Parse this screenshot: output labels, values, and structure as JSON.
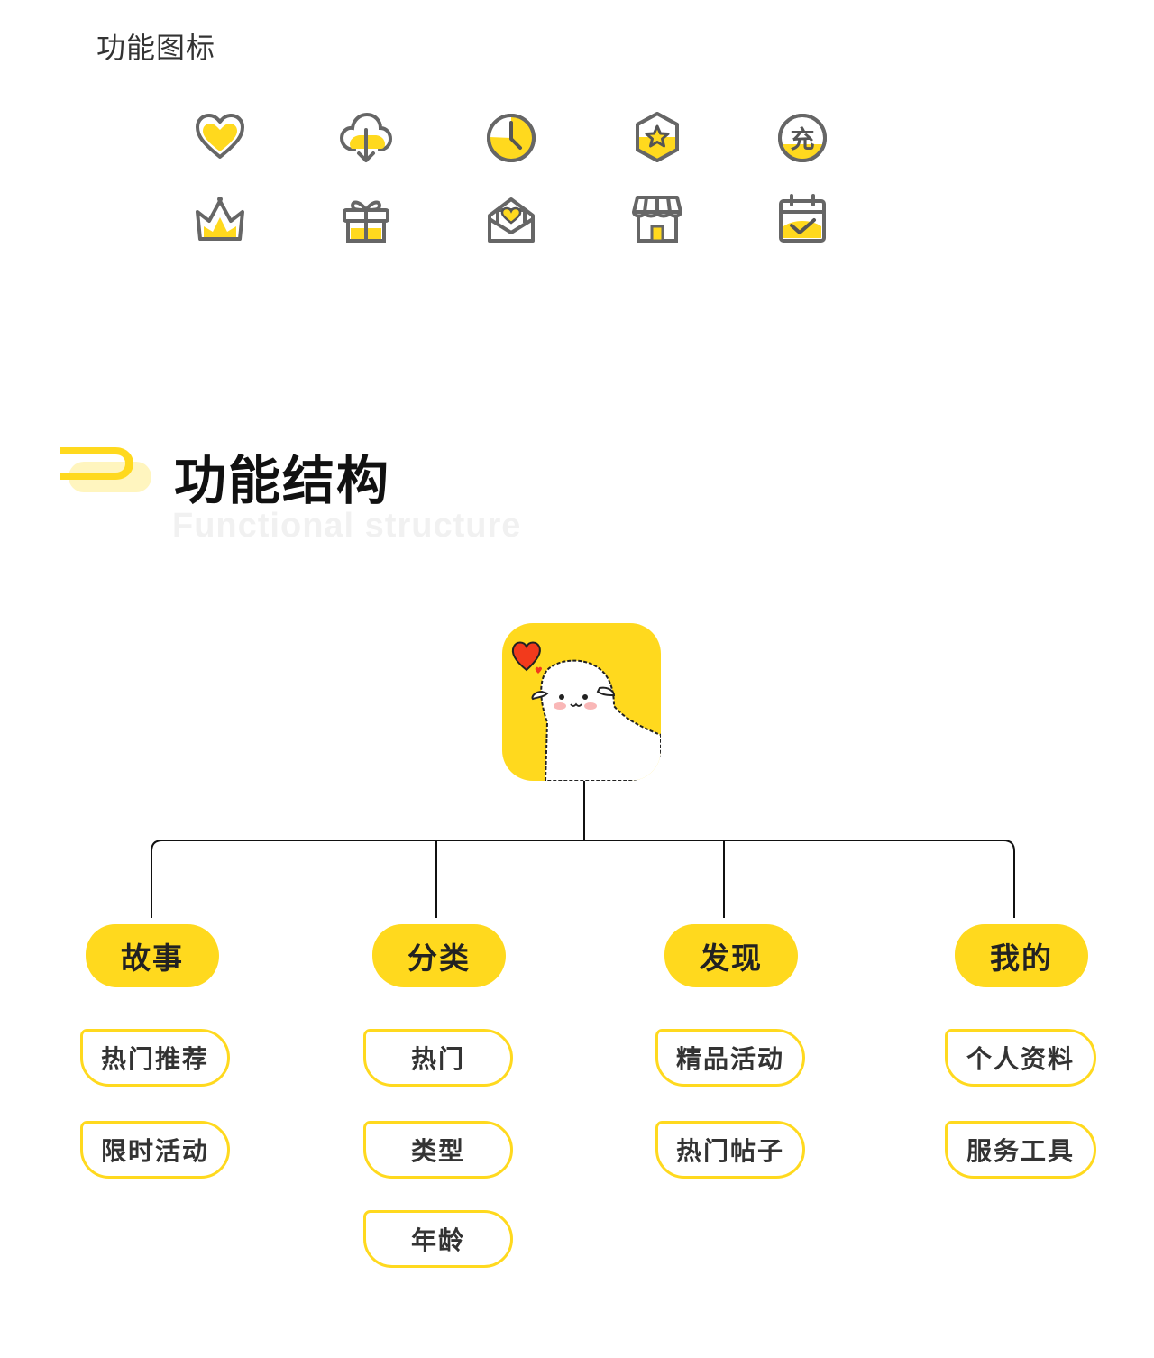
{
  "icons_section": {
    "title": "功能图标",
    "icons": [
      {
        "name": "heart-icon"
      },
      {
        "name": "cloud-download-icon"
      },
      {
        "name": "clock-icon"
      },
      {
        "name": "star-badge-icon"
      },
      {
        "name": "recharge-icon",
        "glyph": "充"
      },
      {
        "name": "crown-icon"
      },
      {
        "name": "gift-icon"
      },
      {
        "name": "heart-mail-icon"
      },
      {
        "name": "store-icon"
      },
      {
        "name": "calendar-check-icon"
      }
    ]
  },
  "structure_section": {
    "title": "功能结构",
    "subtitle": "Functional structure"
  },
  "tree": {
    "root": {
      "name": "app-logo-alpaca"
    },
    "categories": [
      {
        "label": "故事",
        "children": [
          "热门推荐",
          "限时活动"
        ]
      },
      {
        "label": "分类",
        "children": [
          "热门",
          "类型",
          "年龄"
        ]
      },
      {
        "label": "发现",
        "children": [
          "精品活动",
          "热门帖子"
        ]
      },
      {
        "label": "我的",
        "children": [
          "个人资料",
          "服务工具"
        ]
      }
    ]
  },
  "colors": {
    "accent": "#FFD91E",
    "icon_stroke": "#666666",
    "line": "#111111",
    "heart": "#F23A1C"
  }
}
